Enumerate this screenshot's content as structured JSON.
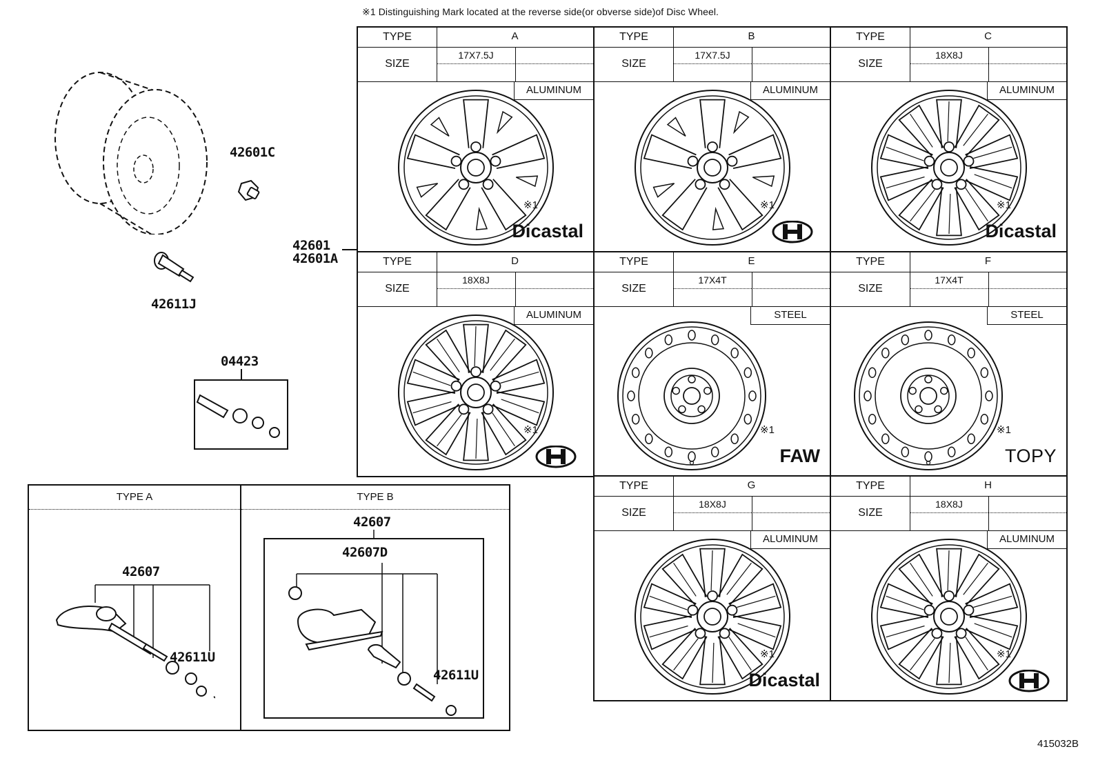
{
  "note": "※1 Distinguishing Mark located at the reverse side(or obverse side)of Disc Wheel.",
  "parts": {
    "p42601C": "42601C",
    "p42611J": "42611J",
    "p04423": "04423",
    "p42601": "42601",
    "p42601A": "42601A"
  },
  "labels": {
    "type": "TYPE",
    "size": "SIZE",
    "mark": "※1"
  },
  "wheels": [
    {
      "type": "A",
      "size": "17X7.5J",
      "material": "ALUMINUM",
      "brand": "Dicastal"
    },
    {
      "type": "B",
      "size": "17X7.5J",
      "material": "ALUMINUM",
      "brand": ""
    },
    {
      "type": "C",
      "size": "18X8J",
      "material": "ALUMINUM",
      "brand": "Dicastal"
    },
    {
      "type": "D",
      "size": "18X8J",
      "material": "ALUMINUM",
      "brand": ""
    },
    {
      "type": "E",
      "size": "17X4T",
      "material": "STEEL",
      "brand": "FAW"
    },
    {
      "type": "F",
      "size": "17X4T",
      "material": "STEEL",
      "brand": "TOPY"
    },
    {
      "type": "G",
      "size": "18X8J",
      "material": "ALUMINUM",
      "brand": "Dicastal"
    },
    {
      "type": "H",
      "size": "18X8J",
      "material": "ALUMINUM",
      "brand": ""
    }
  ],
  "sensor_types": {
    "a": {
      "title": "TYPE A",
      "part_main": "42607",
      "part_cap": "42611U"
    },
    "b": {
      "title": "TYPE B",
      "part_main": "42607",
      "part_sub": "42607D",
      "part_cap": "42611U"
    }
  },
  "drawing_number": "415032B"
}
